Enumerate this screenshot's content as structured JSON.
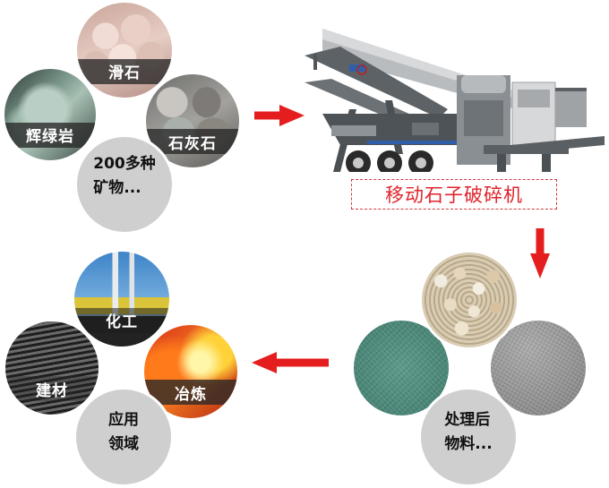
{
  "colors": {
    "arrow_red": "#e41e1e",
    "label_red": "#e0242c",
    "gray_circle": "#cfcfcf",
    "band_dark": "#2a2a2a"
  },
  "raw_materials": {
    "items": [
      {
        "label": "滑石",
        "icon": "talc-image"
      },
      {
        "label": "辉绿岩",
        "icon": "diabase-image"
      },
      {
        "label": "石灰石",
        "icon": "limestone-image"
      }
    ],
    "center": {
      "line1": "200多种",
      "line2": "矿物..."
    }
  },
  "machine": {
    "label": "移动石子破碎机",
    "icon": "mobile-crusher-image"
  },
  "processed_materials": {
    "items": [
      {
        "icon": "gravel-image"
      },
      {
        "icon": "green-sand-image"
      },
      {
        "icon": "gray-sand-image"
      }
    ],
    "center": {
      "line1": "处理后",
      "line2": "物料..."
    }
  },
  "applications": {
    "items": [
      {
        "label": "化工",
        "icon": "chemical-plant-image"
      },
      {
        "label": "建材",
        "icon": "building-materials-image"
      },
      {
        "label": "冶炼",
        "icon": "smelting-image"
      }
    ],
    "center": {
      "line1": "应用",
      "line2": "领域"
    }
  },
  "arrows": [
    {
      "direction": "right",
      "icon": "arrow-right-icon"
    },
    {
      "direction": "down",
      "icon": "arrow-down-icon"
    },
    {
      "direction": "left",
      "icon": "arrow-left-icon"
    }
  ]
}
